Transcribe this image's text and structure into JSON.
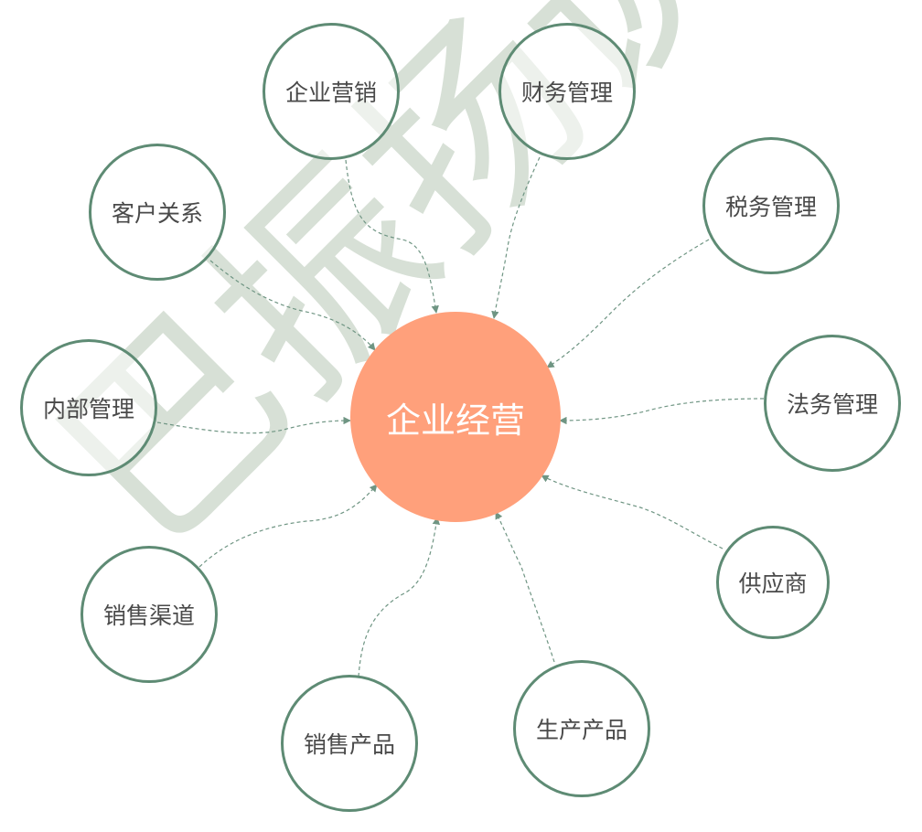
{
  "watermark": "巴振扬谈财经",
  "center": {
    "label": "企业经营",
    "color": "#ffa07b"
  },
  "colors": {
    "node_border": "#5e8b74",
    "connector": "#6f9583",
    "watermark": "#d7e0d6"
  },
  "nodes": [
    {
      "id": "marketing",
      "label": "企业营销"
    },
    {
      "id": "finance",
      "label": "财务管理"
    },
    {
      "id": "customer",
      "label": "客户关系"
    },
    {
      "id": "tax",
      "label": "税务管理"
    },
    {
      "id": "internal",
      "label": "内部管理"
    },
    {
      "id": "legal",
      "label": "法务管理"
    },
    {
      "id": "supplier",
      "label": "供应商"
    },
    {
      "id": "channel",
      "label": "销售渠道"
    },
    {
      "id": "sales-product",
      "label": "销售产品"
    },
    {
      "id": "production",
      "label": "生产产品"
    }
  ]
}
